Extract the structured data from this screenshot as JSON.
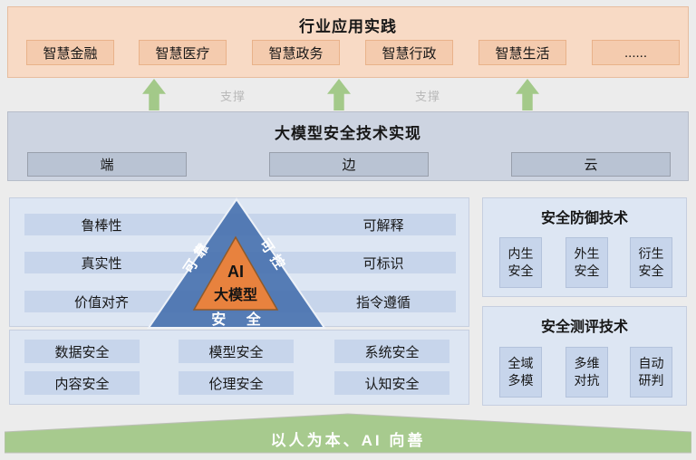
{
  "top_banner": {
    "title": "行业应用实践",
    "items": [
      "智慧金融",
      "智慧医疗",
      "智慧政务",
      "智慧行政",
      "智慧生活",
      "......"
    ]
  },
  "support": {
    "label1": "支撑",
    "label2": "支撑"
  },
  "mid_band": {
    "title": "大模型安全技术实现",
    "items": [
      "端",
      "边",
      "云"
    ]
  },
  "core": {
    "left_rows": [
      "鲁棒性",
      "真实性",
      "价值对齐"
    ],
    "right_rows": [
      "可解释",
      "可标识",
      "指令遵循"
    ],
    "triangle": {
      "left_edge": "可靠",
      "right_edge": "可控",
      "bottom_edge": "安 全",
      "center_line1": "AI",
      "center_line2": "大模型"
    },
    "security_rows": [
      "数据安全",
      "模型安全",
      "系统安全",
      "内容安全",
      "伦理安全",
      "认知安全"
    ]
  },
  "defense": {
    "title": "安全防御技术",
    "items": [
      {
        "l1": "内生",
        "l2": "安全"
      },
      {
        "l1": "外生",
        "l2": "安全"
      },
      {
        "l1": "衍生",
        "l2": "安全"
      }
    ]
  },
  "evaluation": {
    "title": "安全测评技术",
    "items": [
      {
        "l1": "全域",
        "l2": "多模"
      },
      {
        "l1": "多维",
        "l2": "对抗"
      },
      {
        "l1": "自动",
        "l2": "研判"
      }
    ]
  },
  "footer": {
    "slogan": "以人为本、AI 向善"
  },
  "colors": {
    "banner_peach": "#f8dac5",
    "box_peach": "#f4cbae",
    "band_gray_blue": "#cdd4e1",
    "panel_light_blue": "#dde6f3",
    "bar_blue": "#c7d5eb",
    "triangle_blue": "#4a73af",
    "triangle_orange": "#e8823e",
    "green": "#a3c989",
    "support_gray": "#b9b9b9"
  }
}
